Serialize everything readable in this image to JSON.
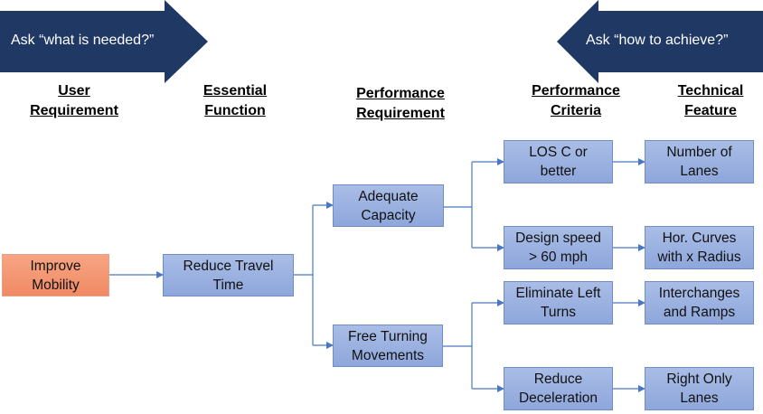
{
  "banners": {
    "left": "Ask “what is needed?”",
    "right": "Ask “how to achieve?”"
  },
  "headers": [
    {
      "line1": "User",
      "line2": "Requirement"
    },
    {
      "line1": "Essential",
      "line2": "Function"
    },
    {
      "line1": "Performance",
      "line2": "Requirement"
    },
    {
      "line1": "Performance",
      "line2": "Criteria"
    },
    {
      "line1": "Technical",
      "line2": "Feature"
    }
  ],
  "nodes": {
    "improve_mobility": {
      "line1": "Improve",
      "line2": "Mobility"
    },
    "reduce_travel_time": {
      "line1": "Reduce Travel",
      "line2": "Time"
    },
    "adequate_capacity": {
      "line1": "Adequate",
      "line2": "Capacity"
    },
    "free_turning_movements": {
      "line1": "Free Turning",
      "line2": "Movements"
    },
    "los_c": {
      "line1": "LOS C or",
      "line2": "better"
    },
    "design_speed": {
      "line1": "Design speed",
      "line2": "> 60 mph"
    },
    "eliminate_left_turns": {
      "line1": "Eliminate Left",
      "line2": "Turns"
    },
    "reduce_deceleration": {
      "line1": "Reduce",
      "line2": "Deceleration"
    },
    "number_of_lanes": {
      "line1": "Number of",
      "line2": "Lanes"
    },
    "hor_curves": {
      "line1": "Hor. Curves",
      "line2": "with x Radius"
    },
    "interchanges": {
      "line1": "Interchanges",
      "line2": "and Ramps"
    },
    "right_only_lanes": {
      "line1": "Right Only",
      "line2": "Lanes"
    }
  },
  "colors": {
    "banner": "#1f3864",
    "node_fill": "#8ea6db",
    "root_fill": "#f08a64",
    "connector": "#4a77c4"
  }
}
